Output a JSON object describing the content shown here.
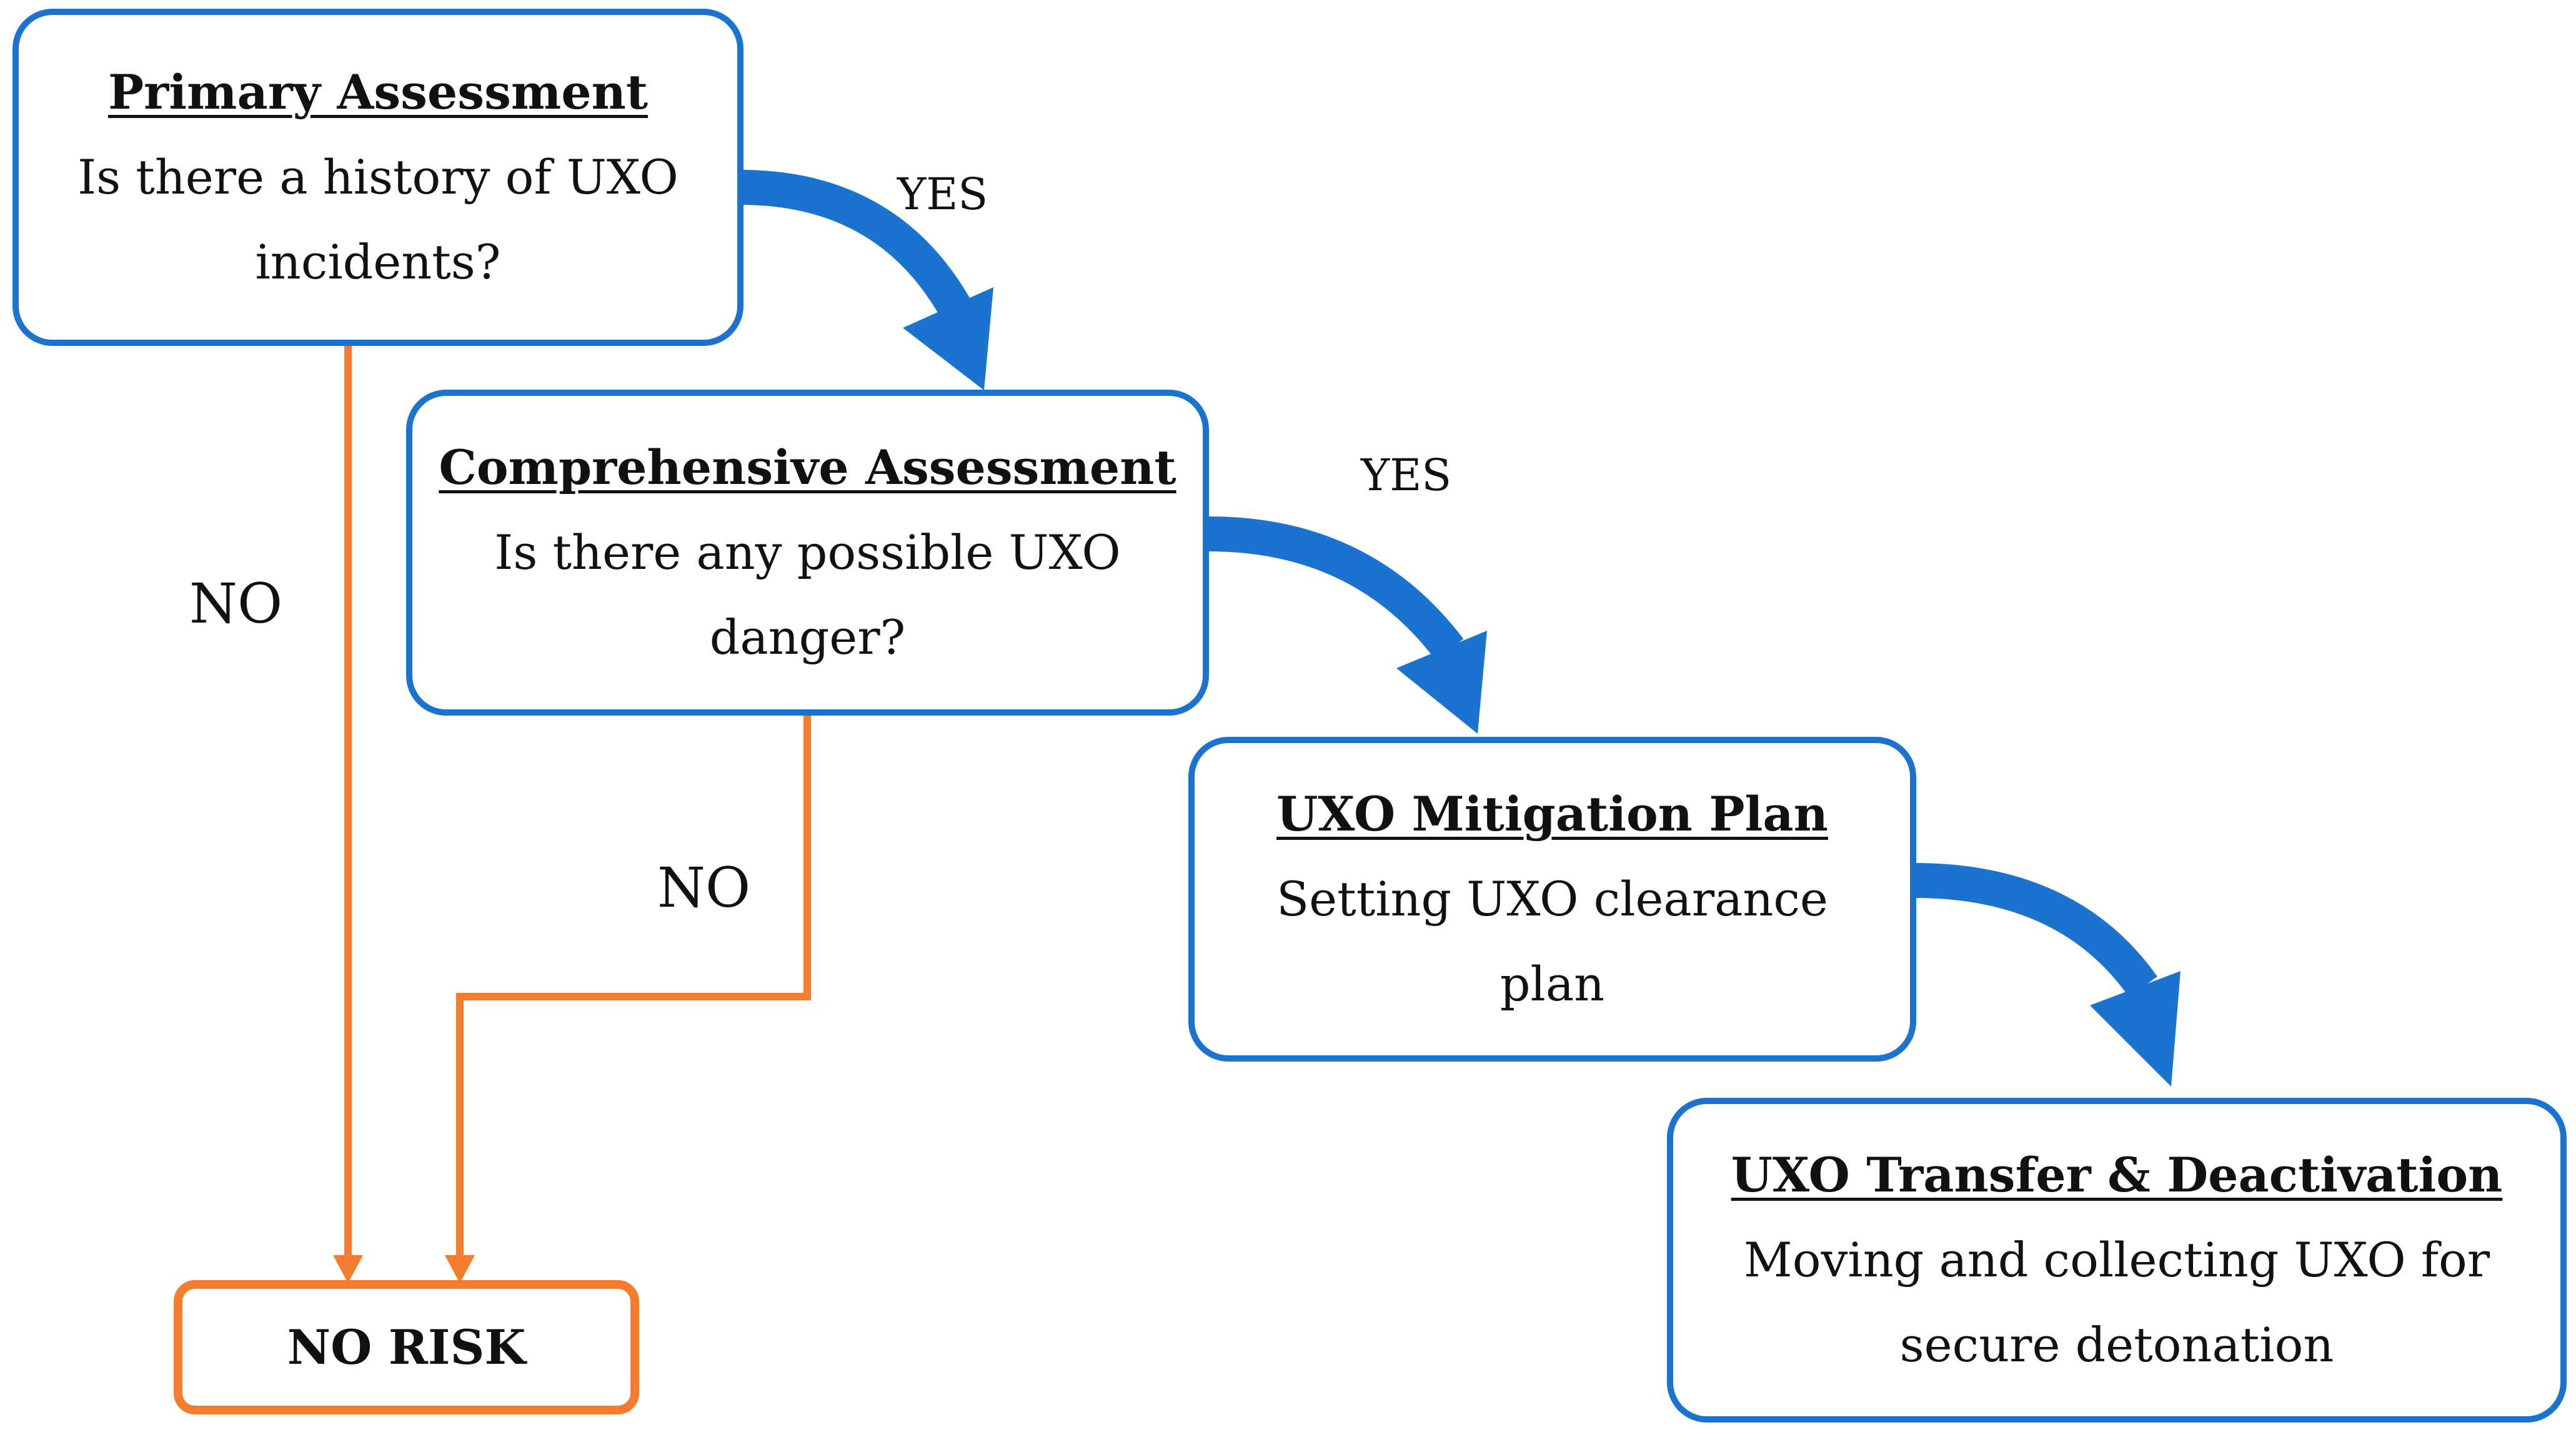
{
  "nodes": {
    "primary": {
      "title": "Primary Assessment",
      "text": "Is there a history of UXO incidents?"
    },
    "comprehensive": {
      "title": "Comprehensive Assessment",
      "text": "Is there any possible UXO danger?"
    },
    "mitigation": {
      "title": "UXO Mitigation Plan",
      "text": "Setting UXO clearance plan"
    },
    "transfer": {
      "title": "UXO Transfer & Deactivation",
      "text": "Moving and collecting UXO for secure detonation"
    },
    "no_risk": {
      "label": "NO RISK"
    }
  },
  "edges": {
    "primary_yes": "YES",
    "comprehensive_yes": "YES",
    "primary_no": "NO",
    "comprehensive_no": "NO"
  },
  "colors": {
    "flow_yes": "#1a73cf",
    "flow_no": "#f47c2c"
  }
}
